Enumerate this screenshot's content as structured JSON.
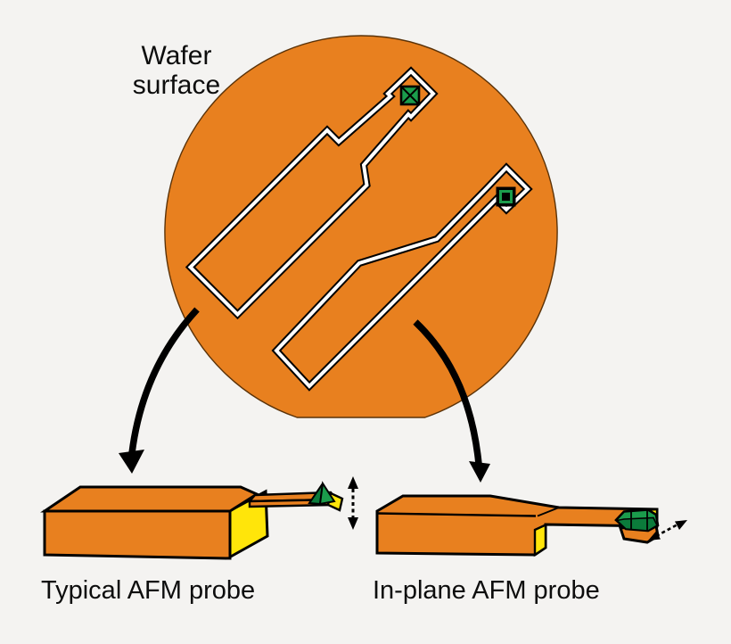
{
  "diagram": {
    "wafer_label": {
      "line1": "Wafer",
      "line2": "surface"
    },
    "probe_labels": {
      "typical": "Typical AFM probe",
      "inplane": "In-plane AFM probe"
    }
  },
  "colors": {
    "background": "#f4f3f1",
    "wafer_orange": "#e8801f",
    "wafer_edge": "#5a3208",
    "outline_white": "#ffffff",
    "silicon_yellow": "#ffe50a",
    "tip_green": "#1b9c4c",
    "tip_green_dark": "#0b7b3b",
    "ink_black": "#000000"
  }
}
